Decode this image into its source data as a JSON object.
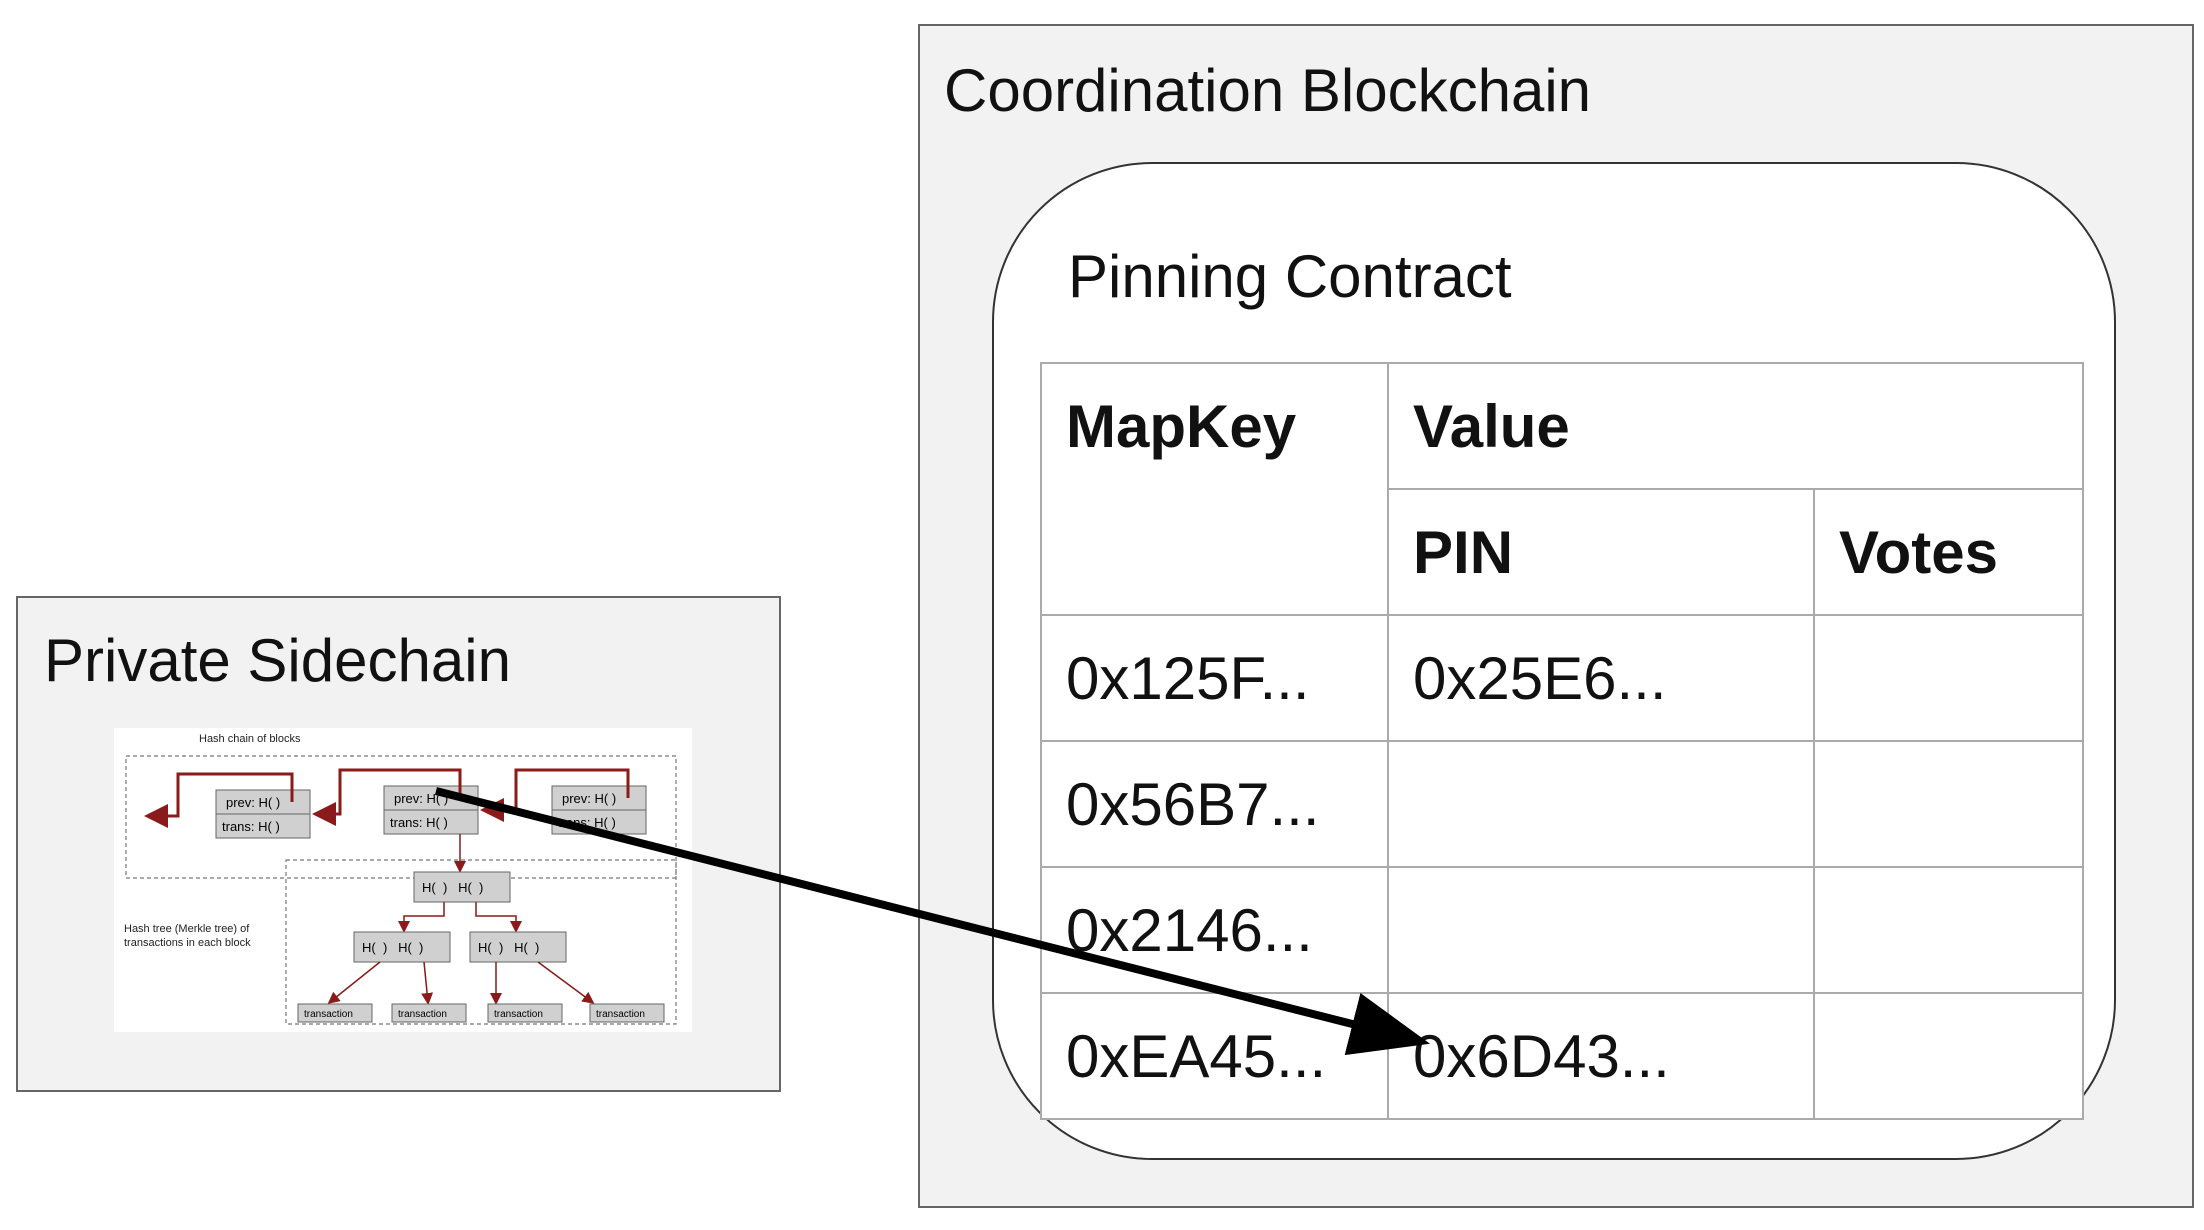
{
  "private_sidechain": {
    "title": "Private Sidechain",
    "hash_chain_label": "Hash chain of blocks",
    "blocks": [
      {
        "prev": "prev: H(  )",
        "trans": "trans: H(  )"
      },
      {
        "prev": "prev: H(  )",
        "trans": "trans: H(  )"
      },
      {
        "prev": "prev: H(  )",
        "trans": "trans: H(  )"
      }
    ],
    "merkle_label_line1": "Hash tree (Merkle tree) of",
    "merkle_label_line2": "transactions in each block",
    "hash_pair": "H(  )   H(  )",
    "transactions": [
      "transaction",
      "transaction",
      "transaction",
      "transaction"
    ]
  },
  "coordination_blockchain": {
    "title": "Coordination Blockchain",
    "contract": {
      "title": "Pinning Contract",
      "headers": {
        "mapkey": "MapKey",
        "value": "Value",
        "pin": "PIN",
        "votes": "Votes"
      },
      "rows": [
        {
          "mapkey": "0x125F...",
          "pin": "0x25E6...",
          "votes": ""
        },
        {
          "mapkey": "0x56B7...",
          "pin": "",
          "votes": ""
        },
        {
          "mapkey": "0x2146...",
          "pin": "",
          "votes": ""
        },
        {
          "mapkey": "0xEA45...",
          "pin": "0x6D43...",
          "votes": ""
        }
      ]
    }
  },
  "colors": {
    "panel_bg": "#f2f2f2",
    "merkle_arrow": "#8b1a1a",
    "pin_arrow": "#000000"
  }
}
